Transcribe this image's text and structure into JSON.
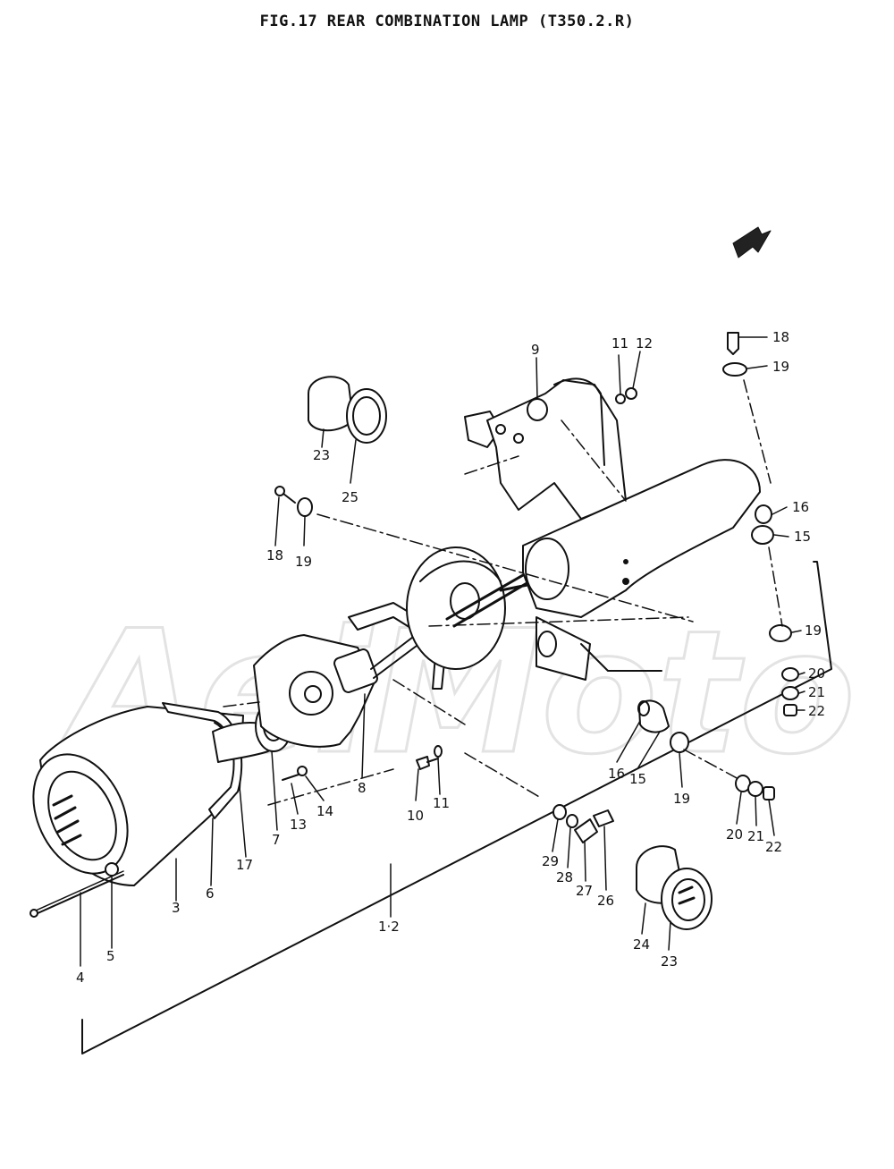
{
  "figure": {
    "title": "FIG.17  REAR COMBINATION LAMP (T350.2.R)"
  },
  "watermark": {
    "text": "AeiMoto"
  },
  "callouts": [
    {
      "id": "c4",
      "label": "4"
    },
    {
      "id": "c5",
      "label": "5"
    },
    {
      "id": "c3",
      "label": "3"
    },
    {
      "id": "c6",
      "label": "6"
    },
    {
      "id": "c17",
      "label": "17"
    },
    {
      "id": "c7",
      "label": "7"
    },
    {
      "id": "c13",
      "label": "13"
    },
    {
      "id": "c14",
      "label": "14"
    },
    {
      "id": "c8",
      "label": "8"
    },
    {
      "id": "c10",
      "label": "10"
    },
    {
      "id": "c11a",
      "label": "11"
    },
    {
      "id": "c12",
      "label": "1·2"
    },
    {
      "id": "c23a",
      "label": "23"
    },
    {
      "id": "c25",
      "label": "25"
    },
    {
      "id": "c18a",
      "label": "18"
    },
    {
      "id": "c19a",
      "label": "19"
    },
    {
      "id": "c9",
      "label": "9"
    },
    {
      "id": "c11b",
      "label": "11"
    },
    {
      "id": "c12b",
      "label": "12"
    },
    {
      "id": "c18b",
      "label": "18"
    },
    {
      "id": "c19b",
      "label": "19"
    },
    {
      "id": "c16a",
      "label": "16"
    },
    {
      "id": "c15a",
      "label": "15"
    },
    {
      "id": "c19c",
      "label": "19"
    },
    {
      "id": "c20a",
      "label": "20"
    },
    {
      "id": "c21a",
      "label": "21"
    },
    {
      "id": "c22a",
      "label": "22"
    },
    {
      "id": "c16b",
      "label": "16"
    },
    {
      "id": "c15b",
      "label": "15"
    },
    {
      "id": "c19d",
      "label": "19"
    },
    {
      "id": "c20b",
      "label": "20"
    },
    {
      "id": "c21b",
      "label": "21"
    },
    {
      "id": "c22b",
      "label": "22"
    },
    {
      "id": "c29",
      "label": "29"
    },
    {
      "id": "c28",
      "label": "28"
    },
    {
      "id": "c27",
      "label": "27"
    },
    {
      "id": "c26",
      "label": "26"
    },
    {
      "id": "c24",
      "label": "24"
    },
    {
      "id": "c23b",
      "label": "23"
    }
  ]
}
